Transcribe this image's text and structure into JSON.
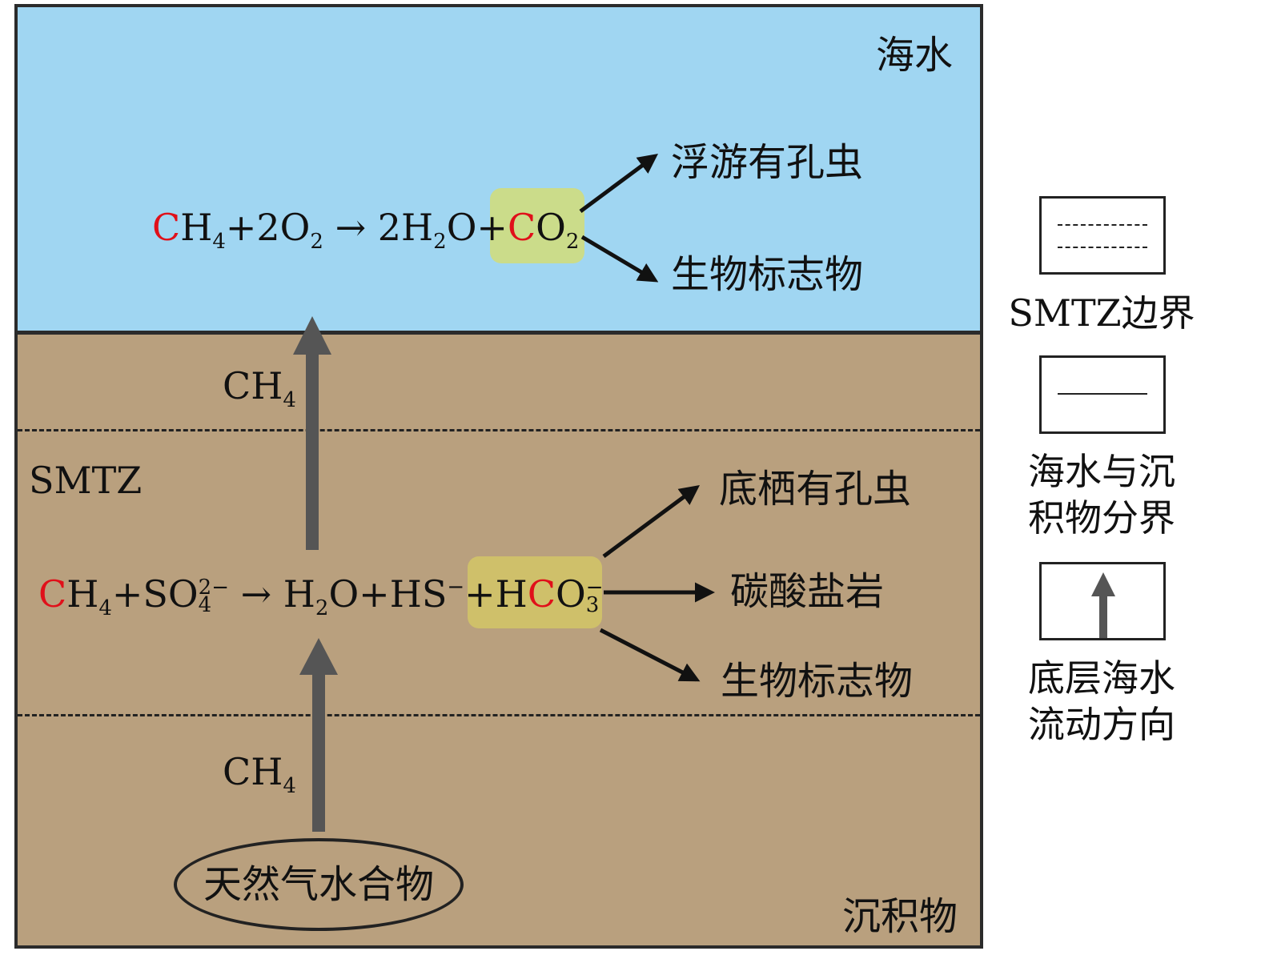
{
  "zones": {
    "sea": "海水",
    "sediment": "沉积物",
    "smtz": "SMTZ"
  },
  "flux": {
    "upper": "CH",
    "upper_sub": "4",
    "lower": "CH",
    "lower_sub": "4"
  },
  "source": "天然气水合物",
  "reactions": {
    "aerobic": {
      "r1": "C",
      "r2": "H",
      "r2_sub": "4",
      "r3": "+2O",
      "r3_sub": "2",
      "arrow": " → ",
      "p1": "2H",
      "p1_sub": "2",
      "p2": "O+",
      "product_c": "C",
      "product_rest": "O",
      "product_sub": "2"
    },
    "aom": {
      "r1": "C",
      "r2": "H",
      "r2_sub": "4",
      "r3": "+SO",
      "r3_sup": "2−",
      "r3_sub": "4",
      "arrow": " → ",
      "p1": "H",
      "p1_sub": "2",
      "p2": "O+HS",
      "p2_sup": "−",
      "p3": "+H",
      "product_c": "C",
      "product_rest": "O",
      "product_sup": "−",
      "product_sub": "3"
    }
  },
  "products_water": [
    "浮游有孔虫",
    "生物标志物"
  ],
  "products_sediment": [
    "底栖有孔虫",
    "碳酸盐岩",
    "生物标志物"
  ],
  "legend": [
    {
      "label": "SMTZ边界",
      "icon": "dashed-lines"
    },
    {
      "label_line1": "海水与沉",
      "label_line2": "积物分界",
      "icon": "solid-line"
    },
    {
      "label_line1": "底层海水",
      "label_line2": "流动方向",
      "icon": "up-arrow"
    }
  ],
  "colors": {
    "sea": "#a0d6f2",
    "sediment": "#b9a07e",
    "highlight_water": "#cbdc8a",
    "highlight_sediment": "#cfc06a",
    "carbon": "#e0101a",
    "flow_arrow": "#555555"
  }
}
